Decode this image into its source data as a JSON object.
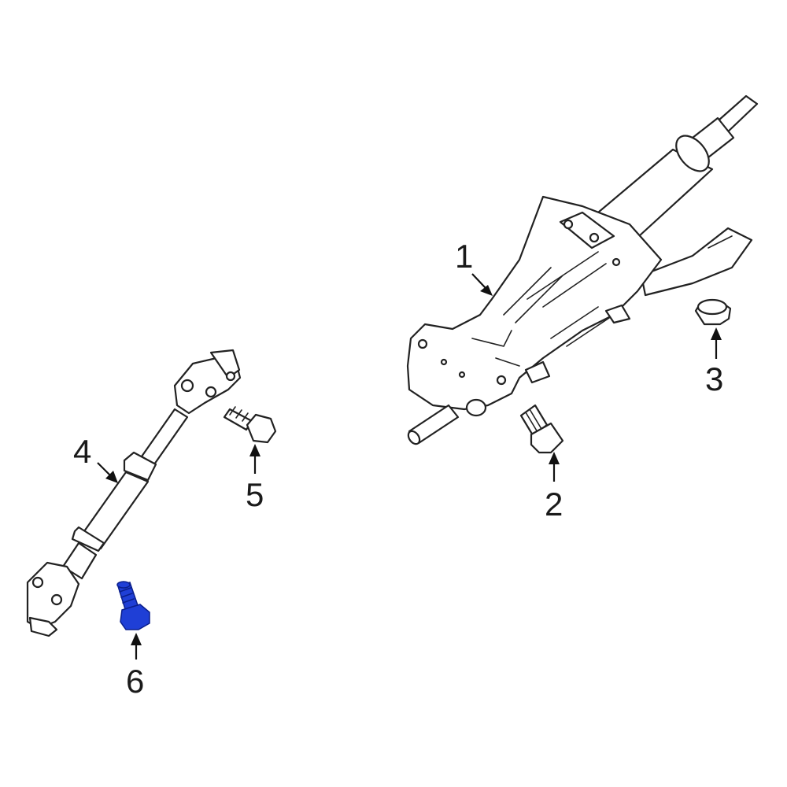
{
  "diagram": {
    "callouts": [
      {
        "id": "1",
        "label": "1"
      },
      {
        "id": "2",
        "label": "2"
      },
      {
        "id": "3",
        "label": "3"
      },
      {
        "id": "4",
        "label": "4"
      },
      {
        "id": "5",
        "label": "5"
      },
      {
        "id": "6",
        "label": "6"
      }
    ],
    "colors": {
      "highlight_part": "#1f3fd6",
      "highlight_dark": "#0a1f8c",
      "line": "#222222",
      "background": "#ffffff"
    },
    "highlighted_callout": "6"
  }
}
